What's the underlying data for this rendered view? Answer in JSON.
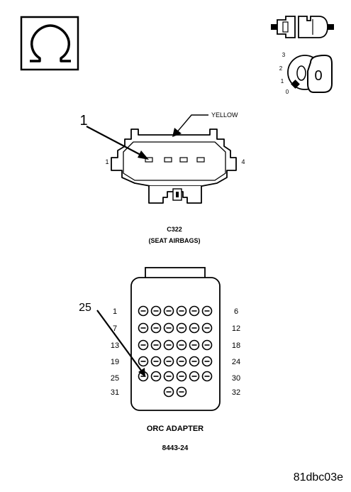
{
  "connector": {
    "callout": "1",
    "wire_color": "YELLOW",
    "pin_first": "1",
    "pin_last": "4",
    "name": "C322",
    "description": "(SEAT AIRBAGS)"
  },
  "adapter": {
    "callout": "25",
    "row_labels_left": [
      "1",
      "7",
      "13",
      "19",
      "25",
      "31"
    ],
    "row_labels_right": [
      "6",
      "12",
      "18",
      "24",
      "30",
      "32"
    ],
    "name": "ORC ADAPTER",
    "part_number": "8443-24"
  },
  "figure_id": "81dbc03e",
  "icons": {
    "ohmmeter": "ohmmeter-symbol-icon",
    "connector_disconnected": "disconnect-connector-icon",
    "ignition": "ignition-off-icon"
  },
  "ignition_positions": [
    "3",
    "2",
    "1",
    "0"
  ],
  "ignition_key_label": "0",
  "colors": {
    "ink": "#000000",
    "background": "#ffffff"
  }
}
